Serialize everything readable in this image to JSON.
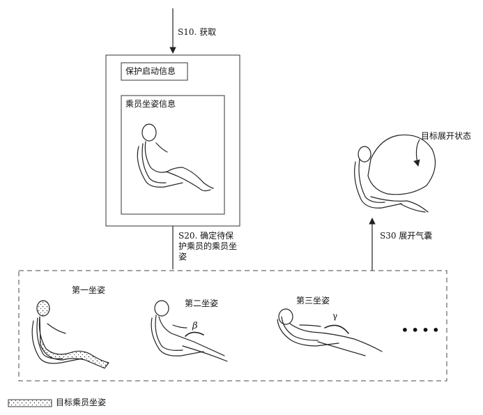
{
  "flow": {
    "step_s10": "S10. 获取",
    "step_s20": "S20. 确定待保护乘员的乘员坐姿",
    "step_s30": "S30 展开气囊"
  },
  "info_box": {
    "protection_start_info": "保护启动信息",
    "occupant_posture_info": "乘员坐姿信息"
  },
  "deployment": {
    "target_state": "目标展开状态"
  },
  "postures": {
    "first": "第一坐姿",
    "second": "第二坐姿",
    "third": "第三坐姿",
    "ellipsis": "••••",
    "beta_symbol": "β",
    "gamma_symbol": "γ"
  },
  "legend": {
    "target_posture": "目标乘员坐姿"
  }
}
